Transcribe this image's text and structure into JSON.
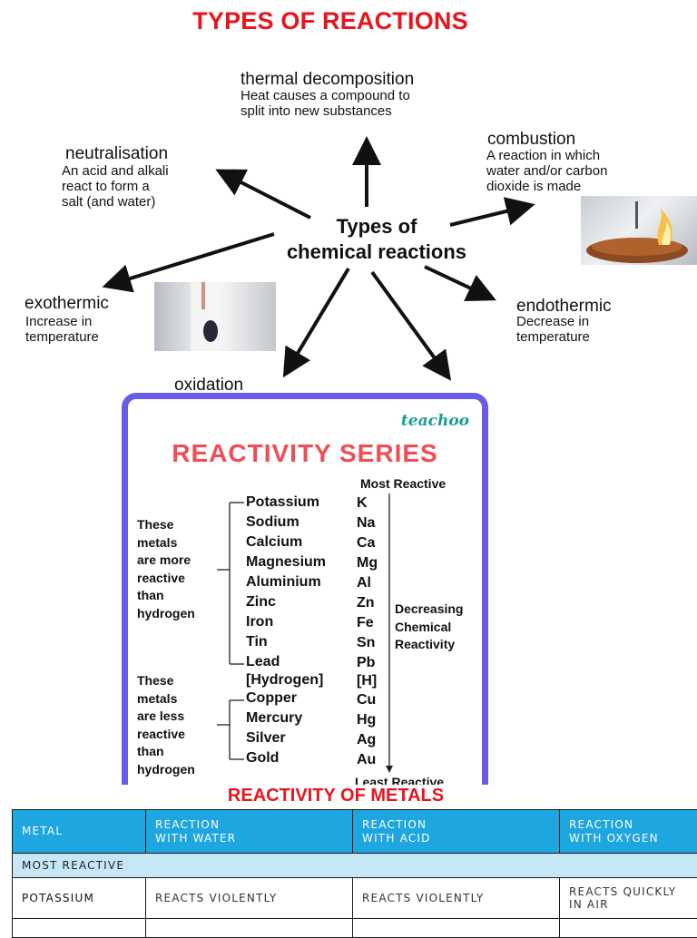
{
  "title": "TYPES OF REACTIONS",
  "mindmap": {
    "center": [
      "Types of",
      "chemical reactions"
    ],
    "nodes": {
      "thermal": {
        "title": "thermal decomposition",
        "desc": [
          "Heat causes a compound to",
          "split into new substances"
        ]
      },
      "neutralisation": {
        "title": "neutralisation",
        "desc": [
          "An acid and alkali",
          "react to form a",
          "salt (and water)"
        ]
      },
      "combustion": {
        "title": "combustion",
        "desc": [
          "A reaction in which",
          "water and/or carbon",
          "dioxide is made"
        ]
      },
      "exothermic": {
        "title": "exothermic",
        "desc": [
          "Increase in",
          "temperature"
        ]
      },
      "endothermic": {
        "title": "endothermic",
        "desc": [
          "Decrease in",
          "temperature"
        ]
      },
      "oxidation": {
        "title": "oxidation"
      }
    }
  },
  "reactivity_series": {
    "brand": "teachoo",
    "title": "REACTIVITY SERIES",
    "most_reactive": "Most Reactive",
    "least_reactive": "Least Reactive",
    "trend_label": [
      "Decreasing",
      "Chemical",
      "Reactivity"
    ],
    "group_more": [
      "These",
      "metals",
      "are more",
      "reactive",
      "than",
      "hydrogen"
    ],
    "group_less": [
      "These",
      "metals",
      "are less",
      "reactive",
      "than",
      "hydrogen"
    ],
    "metals": [
      {
        "name": "Potassium",
        "symbol": "K"
      },
      {
        "name": "Sodium",
        "symbol": "Na"
      },
      {
        "name": "Calcium",
        "symbol": "Ca"
      },
      {
        "name": "Magnesium",
        "symbol": "Mg"
      },
      {
        "name": "Aluminium",
        "symbol": "Al"
      },
      {
        "name": "Zinc",
        "symbol": "Zn"
      },
      {
        "name": "Iron",
        "symbol": "Fe"
      },
      {
        "name": "Tin",
        "symbol": "Sn"
      },
      {
        "name": "Lead",
        "symbol": "Pb"
      },
      {
        "name": "[Hydrogen]",
        "symbol": "[H]"
      },
      {
        "name": "Copper",
        "symbol": "Cu"
      },
      {
        "name": "Mercury",
        "symbol": "Hg"
      },
      {
        "name": "Silver",
        "symbol": "Ag"
      },
      {
        "name": "Gold",
        "symbol": "Au"
      }
    ]
  },
  "table": {
    "title": "REACTIVITY OF METALS",
    "headers": [
      [
        "METAL"
      ],
      [
        "REACTION",
        "WITH WATER"
      ],
      [
        "REACTION",
        "WITH ACID"
      ],
      [
        "REACTION",
        "WITH OXYGEN"
      ]
    ],
    "band": "MOST REACTIVE",
    "rows": [
      [
        [
          "POTASSIUM"
        ],
        [
          "REACTS VIOLENTLY"
        ],
        [
          "REACTS VIOLENTLY"
        ],
        [
          "REACTS QUICKLY",
          "IN AIR"
        ]
      ]
    ]
  },
  "colors": {
    "title_red": "#e8141e",
    "series_red": "#ef4e55",
    "card_border": "#6a5ae6",
    "table_header": "#1ea6e0",
    "table_band": "#c6e8f6",
    "brand_teal": "#1a9e8f"
  }
}
